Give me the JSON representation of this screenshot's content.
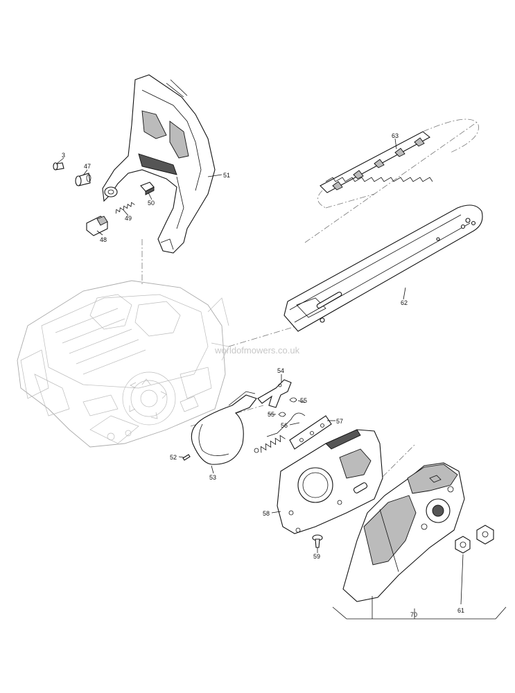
{
  "diagram": {
    "watermark": "worldofmowers.co.uk",
    "parts": [
      {
        "id": "p3",
        "label": "3"
      },
      {
        "id": "p47",
        "label": "47"
      },
      {
        "id": "p48",
        "label": "48"
      },
      {
        "id": "p49",
        "label": "49"
      },
      {
        "id": "p50",
        "label": "50"
      },
      {
        "id": "p51",
        "label": "51"
      },
      {
        "id": "p52",
        "label": "52"
      },
      {
        "id": "p53",
        "label": "53"
      },
      {
        "id": "p54",
        "label": "54"
      },
      {
        "id": "p55a",
        "label": "55"
      },
      {
        "id": "p55b",
        "label": "55"
      },
      {
        "id": "p56",
        "label": "56"
      },
      {
        "id": "p57",
        "label": "57"
      },
      {
        "id": "p58",
        "label": "58"
      },
      {
        "id": "p59",
        "label": "59"
      },
      {
        "id": "p61",
        "label": "61"
      },
      {
        "id": "p62",
        "label": "62"
      },
      {
        "id": "p63",
        "label": "63"
      },
      {
        "id": "p70",
        "label": "70"
      }
    ]
  }
}
